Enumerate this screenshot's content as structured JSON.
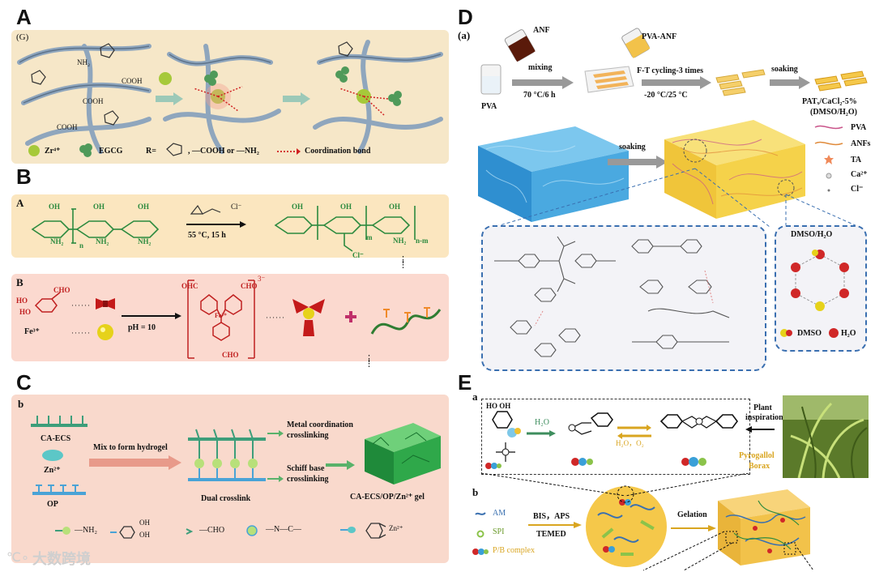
{
  "panelA": {
    "letter": "A",
    "sublabel": "(G)",
    "legend_zr": "Zr⁴⁺",
    "legend_egcg": "EGCG",
    "legend_r": "R=",
    "legend_cooh_nh2": ", —COOH or —NH₂",
    "legend_coord": "Coordination bond",
    "cooh": "COOH",
    "nh2": "NH₂"
  },
  "panelB": {
    "letter": "B",
    "subA": "A",
    "subB": "B",
    "condA": "55 °C, 15 h",
    "cl": "Cl⁻",
    "oh": "OH",
    "nh2": "NH₂",
    "n_label": "n",
    "nm_label": "n-m",
    "m_label": "m",
    "ho": "HO",
    "cho": "CHO",
    "ohc": "OHC",
    "fe": "Fe³⁺",
    "ph": "pH = 10",
    "charge": "3⁻",
    "fe_center": "Fe³⁺"
  },
  "panelC": {
    "letter": "C",
    "sub": "b",
    "ca_ecs": "CA-ECS",
    "zn": "Zn²⁺",
    "op": "OP",
    "mix": "Mix to form hydrogel",
    "metal1": "Metal coordination",
    "metal2": "crosslinking",
    "schiff1": "Schiff base",
    "schiff2": "crosslinking",
    "dual": "Dual crosslink",
    "gel": "CA-ECS/OP/Zn²⁺ gel",
    "nh2": "—NH₂",
    "cho": "—CHO",
    "oh": "OH",
    "zn2": "Zn²⁺"
  },
  "panelD": {
    "letter": "D",
    "sub": "(a)",
    "anf": "ANF",
    "pva_anf": "PVA-ANF",
    "pva": "PVA",
    "mixing": "mixing",
    "cond1": "70 °C/6 h",
    "ft": "F-T cycling-3 times",
    "cond2": "-20 °C/25 °C",
    "soaking": "soaking",
    "product1": "PATₓ/CaCl₂-5%",
    "product2": "(DMSO/H₂O)",
    "soaking2": "soaking",
    "legend_pva": "PVA",
    "legend_anfs": "ANFs",
    "legend_ta": "TA",
    "legend_ca": "Ca²⁺",
    "legend_cl": "Cl⁻",
    "solvent": "DMSO/H₂O",
    "dmso": "DMSO",
    "h2o": "H₂O"
  },
  "panelE": {
    "letter": "E",
    "sub_a": "a",
    "sub_b": "b",
    "h2o": "H₂O",
    "h2o_o2": "H₂O，O₂",
    "plant1": "Plant",
    "plant2": "inspiration",
    "pyro": "Pyrogallol",
    "borax": "Borax",
    "am": "AM",
    "spi": "SPI",
    "pb": "P/B complex",
    "bis": "BIS，APS",
    "temed": "TEMED",
    "gelation": "Gelation"
  },
  "watermark": "大数跨境",
  "colors": {
    "panelA_bg": "#f6e7c8",
    "panelB_top": "#fbe6bf",
    "panelB_bottom": "#fbd9cf",
    "panelC_bg": "#f9d9cc",
    "dashed_blue": "#3a6fb0",
    "gel_green": "#2fa84a",
    "hydrogel_yellow": "#f5d24a",
    "arrow_gray": "#9a9a9a"
  }
}
